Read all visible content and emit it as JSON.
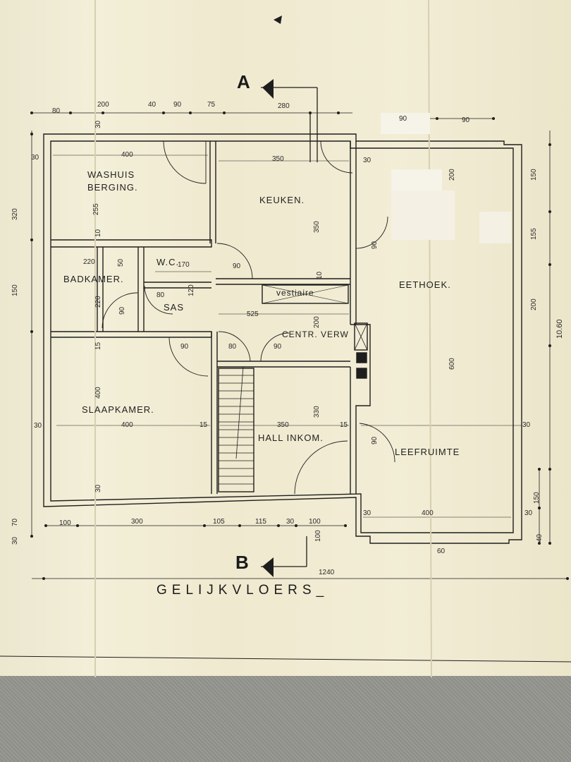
{
  "title": "GELIJKVLOERS",
  "section_marks": [
    "A",
    "B"
  ],
  "rooms": {
    "washuis": "WASHUIS",
    "berging": "BERGING.",
    "keuken": "KEUKEN.",
    "badkamer": "BADKAMER.",
    "wc": "W.C.",
    "sas": "SAS",
    "vestiaire": "vestiaire",
    "centr_verw": "CENTR. VERW",
    "eethoek": "EETHOEK.",
    "slaapkamer": "SLAAPKAMER.",
    "hall_inkom": "HALL  INKOM.",
    "leefruimte": "LEEFRUIMTE"
  },
  "dimensions": {
    "top_80": "80",
    "top_200": "200",
    "top_40": "40",
    "top_90a": "90",
    "top_75": "75",
    "top_280": "280",
    "top_90b": "90",
    "top_90c": "90",
    "washuis_400": "400",
    "keuken_350": "350",
    "wc_170": "170",
    "hall_525": "525",
    "slaap_400": "400",
    "hall_350": "350",
    "leef_400": "400",
    "left_320": "320",
    "left_150": "150",
    "right_1060": "10.60",
    "right_150a": "150",
    "right_155": "155",
    "right_200": "200",
    "right_150b": "150",
    "eet_200": "200",
    "eet_600": "600",
    "bot_100a": "100",
    "bot_300": "300",
    "bot_105": "105",
    "bot_115": "115",
    "bot_30": "30",
    "bot_100b": "100",
    "total_1240": "1240",
    "bad_220": "220",
    "bad_220v": "220",
    "v_255": "255",
    "v_350": "350",
    "v_400": "400",
    "v_330": "330",
    "door_90a": "90",
    "door_90b": "90",
    "door_90c": "90",
    "door_80a": "80",
    "door_80b": "80",
    "door_90d": "90",
    "w_30": "30",
    "w_15": "15",
    "w_10": "10",
    "w_50": "50",
    "w_120": "120",
    "w_200": "200",
    "w_60": "60",
    "w_40": "40",
    "w_70": "70"
  }
}
